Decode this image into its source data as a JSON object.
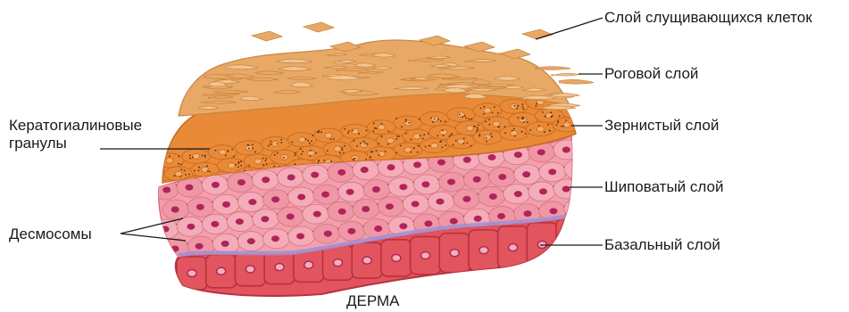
{
  "labels": {
    "shedding_layer": "Слой слущивающихся клеток",
    "horny_layer": "Роговой слой",
    "granular_layer": "Зернистый слой",
    "spiny_layer": "Шиповатый слой",
    "basal_layer": "Базальный слой",
    "keratohyalin_line1": "Кератогиалиновые",
    "keratohyalin_line2": "гранулы",
    "desmosomes": "Десмосомы",
    "dermis": "ДЕРМА"
  },
  "colors": {
    "horny": "#e8a866",
    "horny_light": "#f2c48e",
    "horny_edge": "#c98540",
    "granular": "#e88a38",
    "granular_dark": "#c96a1f",
    "granule_dot": "#5a2a0c",
    "spiny": "#f2a0ac",
    "spiny_edge": "#d76f83",
    "nucleus": "#b0245a",
    "membrane": "#9a8fd8",
    "basal": "#e2545e",
    "basal_edge": "#b9313f",
    "leader_line": "#1a1a1a"
  }
}
